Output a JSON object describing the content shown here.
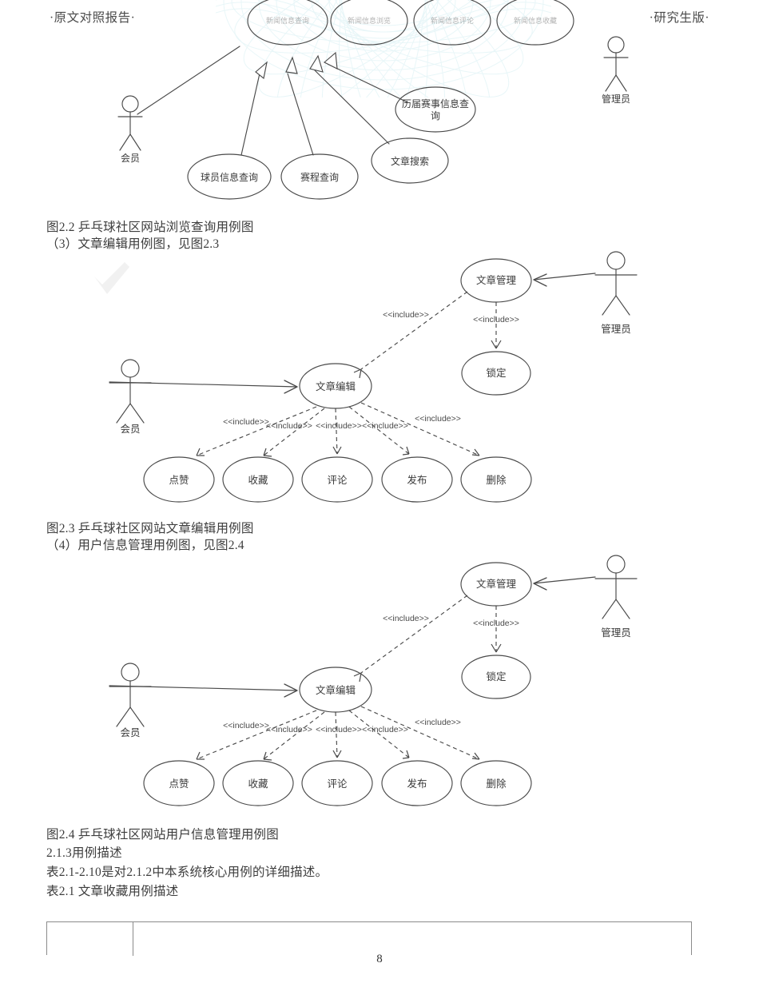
{
  "header": {
    "left": "·原文对照报告·",
    "right": "·研究生版·"
  },
  "page_number": "8",
  "body_lines": [
    {
      "id": "cap_2_2",
      "text": "图2.2  乒乓球社区网站浏览查询用例图"
    },
    {
      "id": "item_3",
      "text": "（3）文章编辑用例图，见图2.3"
    },
    {
      "id": "cap_2_3",
      "text": "图2.3  乒乓球社区网站文章编辑用例图"
    },
    {
      "id": "item_4",
      "text": "（4）用户信息管理用例图，见图2.4"
    },
    {
      "id": "cap_2_4",
      "text": "图2.4  乒乓球社区网站用户信息管理用例图"
    },
    {
      "id": "sec_213",
      "text": "2.1.3用例描述"
    },
    {
      "id": "desc",
      "text": "表2.1-2.10是对2.1.2中本系统核心用例的详细描述。"
    },
    {
      "id": "tbl_2_1",
      "text": "表2.1  文章收藏用例描述"
    }
  ],
  "figures": {
    "fig22": {
      "name": "乒乓球社区网站浏览查询用例图",
      "actors": [
        {
          "id": "member",
          "label": "会员"
        },
        {
          "id": "admin",
          "label": "管理员"
        }
      ],
      "top_usecases": [
        {
          "id": "uc1",
          "label": "新闻信息查询"
        },
        {
          "id": "uc2",
          "label": "新闻信息浏览"
        },
        {
          "id": "uc3",
          "label": "新闻信息评论"
        },
        {
          "id": "uc4",
          "label": "新闻信息收藏"
        }
      ],
      "usecases": [
        {
          "id": "uc_player",
          "label": "球员信息查询"
        },
        {
          "id": "uc_sched",
          "label": "赛程查询"
        },
        {
          "id": "uc_search",
          "label": "文章搜索"
        },
        {
          "id": "uc_history",
          "label": "历届赛事信息查询"
        }
      ]
    },
    "fig23": {
      "name": "乒乓球社区网站文章编辑用例图",
      "actors": [
        {
          "id": "member",
          "label": "会员"
        },
        {
          "id": "admin",
          "label": "管理员"
        }
      ],
      "usecases": [
        {
          "id": "uc_manage",
          "label": "文章管理"
        },
        {
          "id": "uc_lock",
          "label": "锁定"
        },
        {
          "id": "uc_edit",
          "label": "文章编辑"
        },
        {
          "id": "uc_like",
          "label": "点赞"
        },
        {
          "id": "uc_fav",
          "label": "收藏"
        },
        {
          "id": "uc_cmt",
          "label": "评论"
        },
        {
          "id": "uc_pub",
          "label": "发布"
        },
        {
          "id": "uc_del",
          "label": "删除"
        }
      ],
      "stereotype": "<<include>>",
      "include_labels": [
        "<<include>>",
        "<<include>>",
        "<<include>>",
        "<<include>>",
        "<<include>>",
        "<<include>>",
        "<<include>>"
      ]
    },
    "fig24": {
      "name": "乒乓球社区网站用户信息管理用例图",
      "actors": [
        {
          "id": "member",
          "label": "会员"
        },
        {
          "id": "admin",
          "label": "管理员"
        }
      ],
      "usecases": [
        {
          "id": "uc_manage",
          "label": "文章管理"
        },
        {
          "id": "uc_lock",
          "label": "锁定"
        },
        {
          "id": "uc_edit",
          "label": "文章编辑"
        },
        {
          "id": "uc_like",
          "label": "点赞"
        },
        {
          "id": "uc_fav",
          "label": "收藏"
        },
        {
          "id": "uc_cmt",
          "label": "评论"
        },
        {
          "id": "uc_pub",
          "label": "发布"
        },
        {
          "id": "uc_del",
          "label": "删除"
        }
      ],
      "stereotype": "<<include>>"
    }
  },
  "colors": {
    "ink": "#3d3d3d",
    "diagram_stroke": "#444444",
    "table_border": "#8b8b8b",
    "watermark_cyan": "#d7eff1",
    "watermark_gray": "#c9c9c9"
  }
}
